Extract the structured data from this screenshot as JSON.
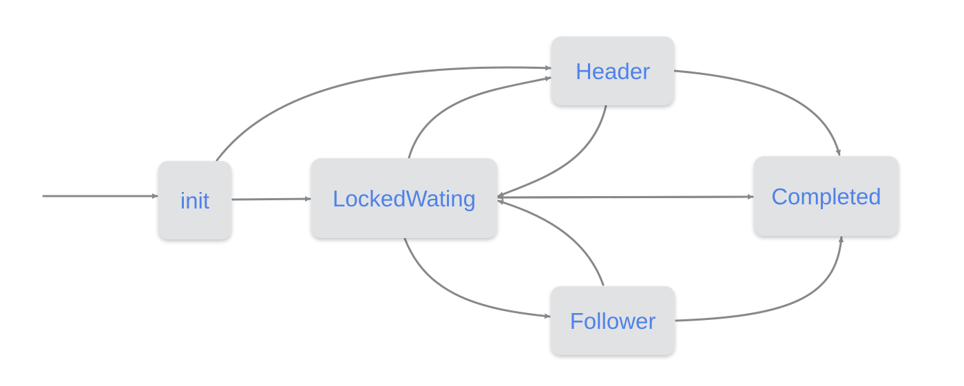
{
  "nodes": {
    "init": {
      "label": "init"
    },
    "locked_waiting": {
      "label": "LockedWating"
    },
    "header": {
      "label": "Header"
    },
    "follower": {
      "label": "Follower"
    },
    "completed": {
      "label": "Completed"
    }
  },
  "edges": [
    {
      "from": "start",
      "to": "init"
    },
    {
      "from": "init",
      "to": "locked_waiting"
    },
    {
      "from": "init",
      "to": "header"
    },
    {
      "from": "locked_waiting",
      "to": "header"
    },
    {
      "from": "header",
      "to": "locked_waiting"
    },
    {
      "from": "locked_waiting",
      "to": "completed"
    },
    {
      "from": "completed",
      "to": "locked_waiting"
    },
    {
      "from": "locked_waiting",
      "to": "follower"
    },
    {
      "from": "follower",
      "to": "locked_waiting"
    },
    {
      "from": "header",
      "to": "completed"
    },
    {
      "from": "follower",
      "to": "completed"
    }
  ],
  "colors": {
    "edge": "#87888a",
    "node_fill": "#e1e2e4",
    "node_text": "#4f82e8",
    "background": "#ffffff"
  }
}
